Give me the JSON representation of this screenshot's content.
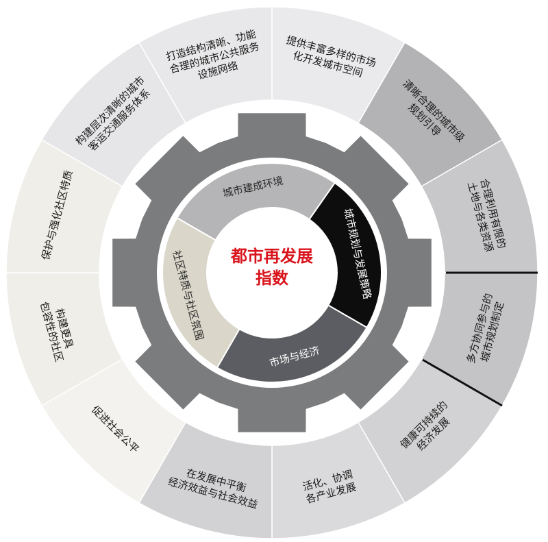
{
  "center": {
    "lines": [
      "都市再发展",
      "指数"
    ],
    "color": "#d9141c"
  },
  "colors": {
    "gear": "#7b7c7e",
    "gear_hole": "#ffffff",
    "outer_separator": "#c9c5b8",
    "outer_dark_separator": "#111111"
  },
  "inner_segments": [
    {
      "id": "urban-environment",
      "lines": [
        "城市建成环境"
      ],
      "fill": "#b5b5b7",
      "text_color": "#2a2a2a"
    },
    {
      "id": "planning-strategy",
      "lines": [
        "城市规划与发展策略"
      ],
      "fill": "#0d0d0d",
      "text_color": "#ffffff"
    },
    {
      "id": "market-economy",
      "lines": [
        "市场与经济"
      ],
      "fill": "#5c5d62",
      "text_color": "#ffffff"
    },
    {
      "id": "community-character",
      "lines": [
        "社区特质与社区氛围"
      ],
      "fill": "#dad6ca",
      "text_color": "#2a2a2a"
    }
  ],
  "outer_segments": [
    {
      "id": "market-space",
      "lines": [
        "提供丰富多样的市场",
        "化开发城市空间"
      ],
      "fill": "#eaeaec"
    },
    {
      "id": "city-level-guidance",
      "lines": [
        "清晰合理的城市级",
        "规划引导"
      ],
      "fill": "#b3b3b5"
    },
    {
      "id": "limited-land-resources",
      "lines": [
        "合理利用有限的",
        "土地与各类资源"
      ],
      "fill": "#c8c8ca"
    },
    {
      "id": "multi-party-planning",
      "lines": [
        "多方协同参与的",
        "城市规划制定"
      ],
      "fill": "#c4c4c6"
    },
    {
      "id": "sustainable-economy",
      "lines": [
        "健康可持续的",
        "经济发展"
      ],
      "fill": "#d2d2d4"
    },
    {
      "id": "industry-development",
      "lines": [
        "活化、协调",
        "各产业发展"
      ],
      "fill": "#dadadc"
    },
    {
      "id": "balance-benefits",
      "lines": [
        "在发展中平衡",
        "经济效益与社会效益"
      ],
      "fill": "#d2d2d4"
    },
    {
      "id": "social-equity",
      "lines": [
        "促进社会公平"
      ],
      "fill": "#f3f2ee"
    },
    {
      "id": "inclusive-community",
      "lines": [
        "构建更具",
        "包容性的社区"
      ],
      "fill": "#efeee8"
    },
    {
      "id": "community-character-protect",
      "lines": [
        "保护与强化社区特质"
      ],
      "fill": "#efeee8"
    },
    {
      "id": "transport-network",
      "lines": [
        "构建层次清晰的城市",
        "客运交通服务体系"
      ],
      "fill": "#e6e6e8"
    },
    {
      "id": "public-service-network",
      "lines": [
        "打造结构清晰、功能",
        "合理的城市公共服务",
        "设施网络"
      ],
      "fill": "#e8e8ea"
    }
  ]
}
